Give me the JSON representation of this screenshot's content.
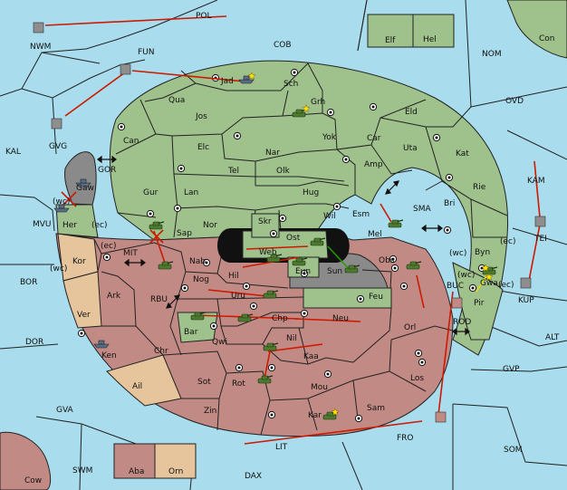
{
  "map_title": "",
  "colors": {
    "sea": "#a9dcec",
    "power_green": "#9fc18c",
    "power_red": "#c28a84",
    "power_tan": "#e6c49c",
    "neutral_grey": "#8a8a8a",
    "order_arrow": "#cc1a00"
  },
  "sea_labels": {
    "POL": "POL",
    "NWM": "NWM",
    "FUN": "FUN",
    "COB": "COB",
    "NOM": "NOM",
    "OVD": "OVD",
    "KAL": "KAL",
    "GVG": "GVG",
    "GOR": "GOR",
    "MVU": "MVU",
    "SMA": "SMA",
    "KAM": "KAM",
    "TEI": "TEI",
    "MIT": "MIT",
    "BOR": "BOR",
    "RBU": "RBU",
    "BUC": "BUC",
    "ROD": "ROD",
    "KUP": "KUP",
    "ALT": "ALT",
    "DOR": "DOR",
    "GVP": "GVP",
    "GVA": "GVA",
    "FRO": "FRO",
    "SOM": "SOM",
    "LIT": "LIT",
    "SWM": "SWM",
    "DAX": "DAX"
  },
  "land_labels": {
    "Con": "Con",
    "Elf": "Elf",
    "Hel": "Hel",
    "Jad": "Jad",
    "Sch": "Sch",
    "Qua": "Qua",
    "Grh": "Grh",
    "Jos": "Jos",
    "Eld": "Eld",
    "Can": "Can",
    "Yok": "Yok",
    "Car": "Car",
    "Uta": "Uta",
    "Elc": "Elc",
    "Nar": "Nar",
    "Kat": "Kat",
    "Amp": "Amp",
    "Tel": "Tel",
    "Olk": "Olk",
    "Rie": "Rie",
    "Gaw": "Gaw",
    "Gur": "Gur",
    "Lan": "Lan",
    "Hug": "Hug",
    "Bri": "Bri",
    "Esm": "Esm",
    "Wil": "Wil",
    "Nor": "Nor",
    "Skr": "Skr",
    "Her": "Her",
    "Sap": "Sap",
    "Ost": "Ost",
    "Mel": "Mel",
    "Byn": "Byn",
    "Web": "Web",
    "Kor": "Kor",
    "Nab": "Nab",
    "Eun": "Eun",
    "Sun": "Sun",
    "Obs": "Obs",
    "Hil": "Hil",
    "Nog": "Nog",
    "Gwa": "Gwa",
    "Pir": "Pir",
    "Ark": "Ark",
    "Uru": "Uru",
    "Feu": "Feu",
    "Ver": "Ver",
    "Chp": "Chp",
    "Neu": "Neu",
    "Bar": "Bar",
    "Orl": "Orl",
    "Qwi": "Qwi",
    "Nil": "Nil",
    "Ken": "Ken",
    "Chr": "Chr",
    "Kaa": "Kaa",
    "Ail": "Ail",
    "Sot": "Sot",
    "Rot": "Rot",
    "Los": "Los",
    "Mou": "Mou",
    "Zin": "Zin",
    "Sam": "Sam",
    "Kar": "Kar",
    "Cow": "Cow",
    "Aba": "Aba",
    "Orn": "Orn"
  },
  "coast_labels": {
    "wc1": "(wc)",
    "ec1": "(ec)",
    "ec2": "(ec)",
    "wc2": "(wc)",
    "wc3": "(wc)",
    "ec3": "(ec)",
    "wc4": "(wc)",
    "ec4": "(ec)"
  },
  "units": [
    {
      "type": "fleet",
      "at": "NWM"
    },
    {
      "type": "fleet",
      "at": "FUN"
    },
    {
      "type": "fleet",
      "at": "GVG"
    },
    {
      "type": "fleet",
      "at": "Jad"
    },
    {
      "type": "army",
      "at": "Grh"
    },
    {
      "type": "fleet",
      "at": "Gaw"
    },
    {
      "type": "fleet",
      "at": "Her"
    },
    {
      "type": "army",
      "at": "Sap"
    },
    {
      "type": "army",
      "at": "Skr"
    },
    {
      "type": "army",
      "at": "Ost"
    },
    {
      "type": "army",
      "at": "Eun"
    },
    {
      "type": "army",
      "at": "Sun"
    },
    {
      "type": "army",
      "at": "Mel"
    },
    {
      "type": "army",
      "at": "Obs"
    },
    {
      "type": "army",
      "at": "Gwa"
    },
    {
      "type": "fleet",
      "at": "TEI"
    },
    {
      "type": "fleet",
      "at": "KUP"
    },
    {
      "type": "fleet",
      "at": "ROD"
    },
    {
      "type": "army",
      "at": "Uru"
    },
    {
      "type": "army",
      "at": "Bar"
    },
    {
      "type": "army",
      "at": "Chp"
    },
    {
      "type": "army",
      "at": "Nil"
    },
    {
      "type": "army",
      "at": "Rot"
    },
    {
      "type": "fleet",
      "at": "Ken"
    },
    {
      "type": "army",
      "at": "Kar"
    },
    {
      "type": "fleet",
      "at": "FRO"
    },
    {
      "type": "army",
      "at": "Nab"
    }
  ]
}
